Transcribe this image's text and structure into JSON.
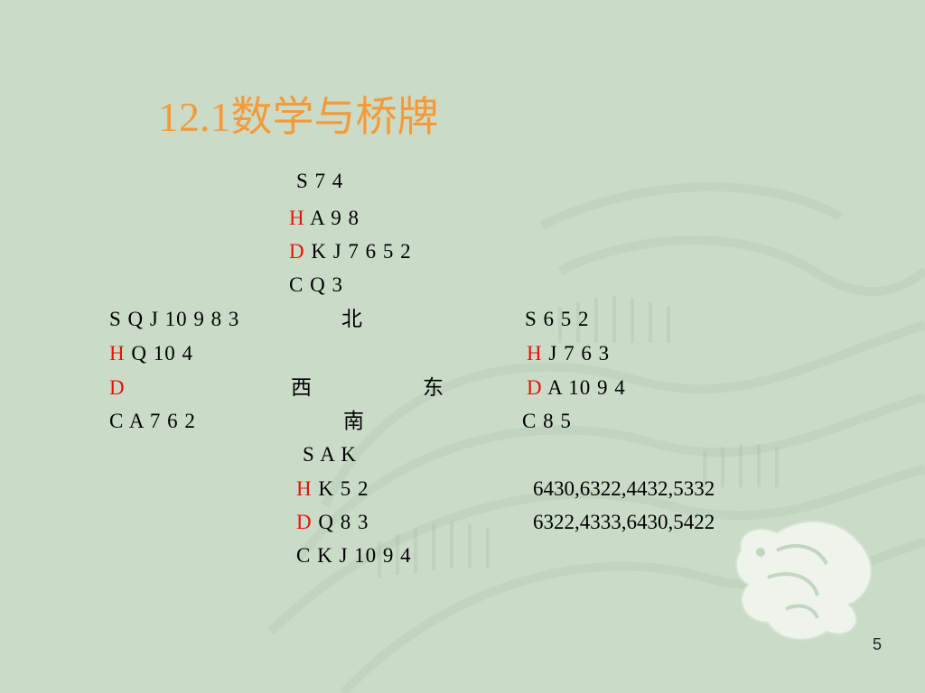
{
  "slide": {
    "title": "12.1数学与桥牌",
    "page_number": "5"
  },
  "north": {
    "spades": "S 7 4",
    "hearts_suit": "H",
    "hearts_cards": " A 9 8",
    "diamonds_suit": "D",
    "diamonds_cards": " K J 7 6 5 2",
    "clubs": "C Q 3"
  },
  "west": {
    "spades": "S Q J 10 9 8 3",
    "hearts_suit": "H",
    "hearts_cards": " Q 10 4",
    "diamonds_suit": "D",
    "clubs": "C A 7 6 2"
  },
  "east": {
    "spades": "S 6 5 2",
    "hearts_suit": "H",
    "hearts_cards": " J 7 6 3",
    "diamonds_suit": "D",
    "diamonds_cards": " A 10 9 4",
    "clubs": "C 8 5"
  },
  "south": {
    "spades": "S A K",
    "hearts_suit": "H",
    "hearts_cards": " K 5 2",
    "diamonds_suit": "D",
    "diamonds_cards": " Q 8 3",
    "clubs": "C K J 10 9 4"
  },
  "compass": {
    "north": "北",
    "west": "西",
    "east": "东",
    "south": "南"
  },
  "distributions": {
    "line1": "6430,6322,4432,5332",
    "line2": "6322,4333,6430,5422"
  }
}
